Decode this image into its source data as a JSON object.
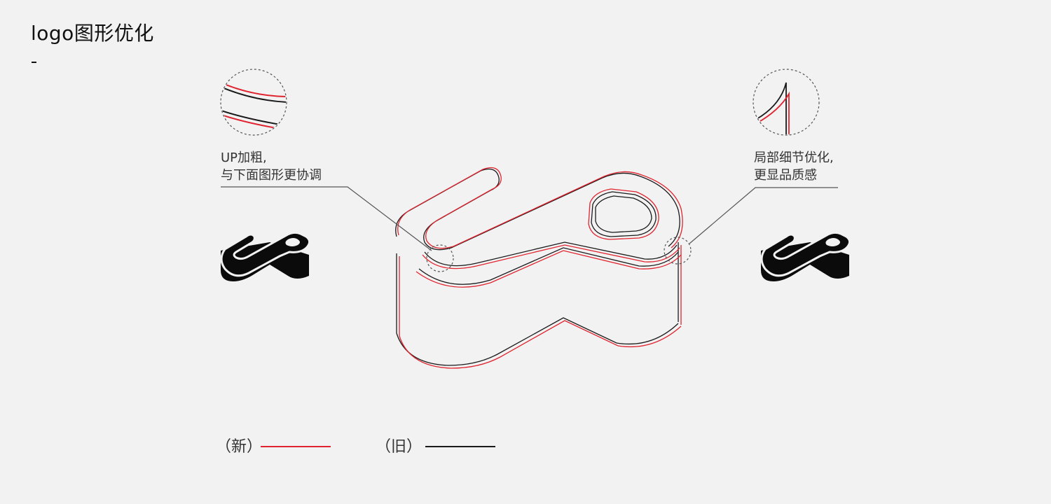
{
  "title": "logo图形优化",
  "title_dash": "-",
  "callouts": {
    "left": {
      "line1": "UP加粗,",
      "line2": "与下面图形更协调"
    },
    "right": {
      "line1": "局部细节优化,",
      "line2": "更显品质感"
    }
  },
  "legend": {
    "new_label": "（新）",
    "old_label": "（旧）"
  },
  "colors": {
    "background": "#f2f2f2",
    "new_outline": "#e0242f",
    "old_outline": "#1a1a1a",
    "logo_fill": "#0b0b0b",
    "leader_line": "#555555",
    "dashed_circle": "#555555"
  },
  "icons": {
    "logo_left": "up-logo-icon",
    "logo_right": "up-logo-icon"
  }
}
